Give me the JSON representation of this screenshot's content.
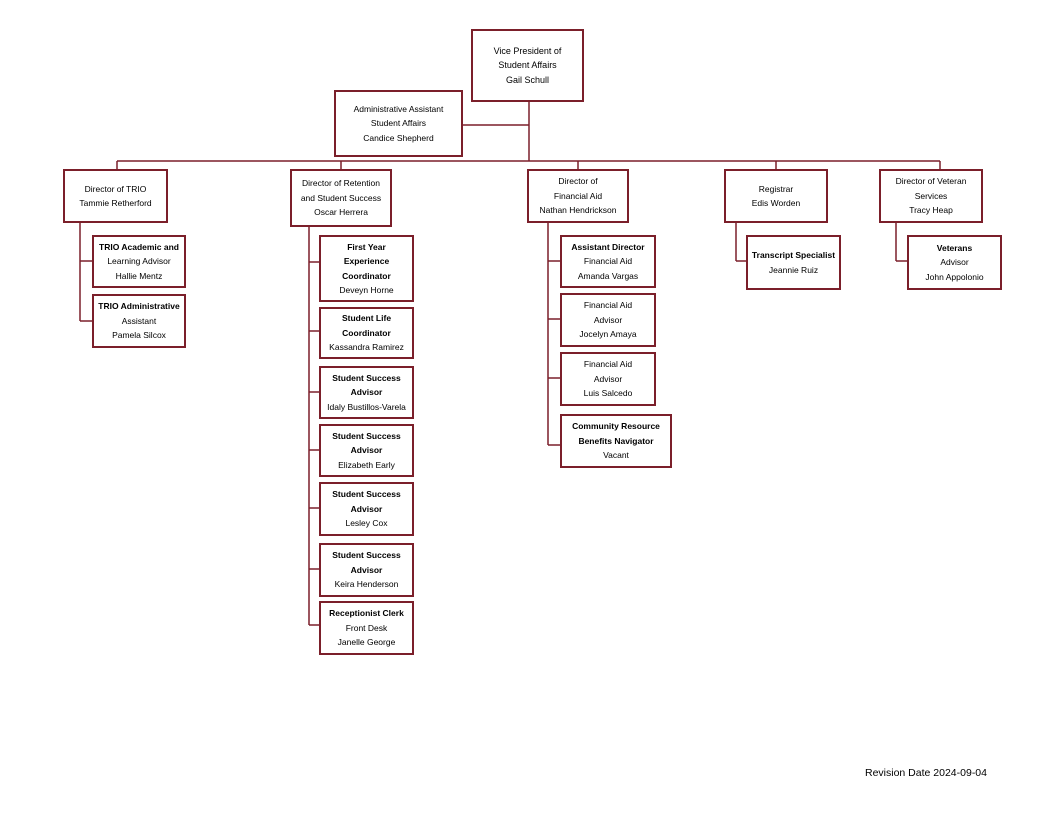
{
  "vp": {
    "title1": "Vice President of",
    "title2": "Student Affairs",
    "name": "Gail Schull"
  },
  "admin": {
    "title1": "Administrative Assistant",
    "title2": "Student Affairs",
    "name": "Candice Shepherd"
  },
  "trio": {
    "director": {
      "title1": "Director of TRIO",
      "name": "Tammie Retherford"
    },
    "staff": [
      {
        "title1": "TRIO Academic and",
        "title2": "Learning Advisor",
        "name": "Hallie Mentz"
      },
      {
        "title1": "TRIO Administrative",
        "title2": "Assistant",
        "name": "Pamela Silcox"
      }
    ]
  },
  "retention": {
    "director": {
      "title1": "Director of Retention",
      "title2": "and Student Success",
      "name": "Oscar Herrera"
    },
    "staff": [
      {
        "title1": "First Year",
        "title2": "Experience",
        "title3": "Coordinator",
        "name": "Deveyn Horne"
      },
      {
        "title1": "Student Life",
        "title2": "Coordinator",
        "name": "Kassandra Ramirez"
      },
      {
        "title1": "Student Success",
        "title2": "Advisor",
        "name": "Idaly Bustillos-Varela"
      },
      {
        "title1": "Student Success",
        "title2": "Advisor",
        "name": "Elizabeth Early"
      },
      {
        "title1": "Student Success",
        "title2": "Advisor",
        "name": "Lesley Cox"
      },
      {
        "title1": "Student Success",
        "title2": "Advisor",
        "name": "Keira Henderson"
      },
      {
        "title1": "Receptionist Clerk",
        "title2": "Front Desk",
        "name": "Janelle George"
      }
    ]
  },
  "finaid": {
    "director": {
      "title1": "Director of",
      "title2": "Financial Aid",
      "name": "Nathan Hendrickson"
    },
    "staff": [
      {
        "title1": "Assistant Director",
        "title2": "Financial Aid",
        "name": "Amanda Vargas"
      },
      {
        "title1": "Financial Aid",
        "title2": "Advisor",
        "name": "Jocelyn Amaya"
      },
      {
        "title1": "Financial Aid",
        "title2": "Advisor",
        "name": "Luis Salcedo"
      },
      {
        "title1": "Community Resource",
        "title2": "Benefits Navigator",
        "name": "Vacant"
      }
    ]
  },
  "registrar": {
    "director": {
      "title1": "Registrar",
      "name": "Edis Worden"
    },
    "staff": [
      {
        "title1": "Transcript Specialist",
        "name": "Jeannie Ruiz"
      }
    ]
  },
  "veterans": {
    "director": {
      "title1": "Director of Veteran",
      "title2": "Services",
      "name": "Tracy Heap"
    },
    "staff": [
      {
        "title1": "Veterans",
        "title2": "Advisor",
        "name": "John Appolonio"
      }
    ]
  },
  "revision": "Revision Date 2024-09-04",
  "colors": {
    "line": "#7b1f2a",
    "box_border": "#7b1f2a"
  }
}
